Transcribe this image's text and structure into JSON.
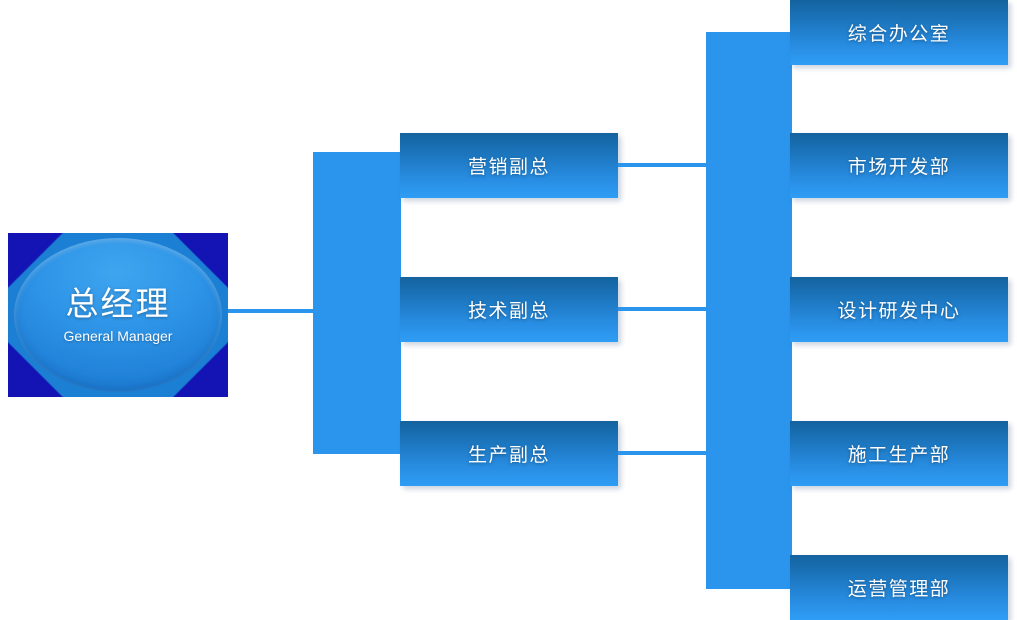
{
  "diagram": {
    "type": "organizational-chart",
    "orientation": "left-to-right",
    "background_color": "#ffffff",
    "accent_color": "#2b95ee",
    "box_gradient_top": "#14639f",
    "box_gradient_bottom": "#2f9df6",
    "root_corner_color": "#1414b4"
  },
  "root": {
    "title_cn": "总经理",
    "title_en": "General Manager"
  },
  "level2": {
    "nodes": [
      {
        "label": "营销副总"
      },
      {
        "label": "技术副总"
      },
      {
        "label": "生产副总"
      }
    ]
  },
  "level3": {
    "nodes": [
      {
        "label": "综合办公室"
      },
      {
        "label": "市场开发部"
      },
      {
        "label": "设计研发中心"
      },
      {
        "label": "施工生产部"
      },
      {
        "label": "运营管理部"
      }
    ]
  }
}
